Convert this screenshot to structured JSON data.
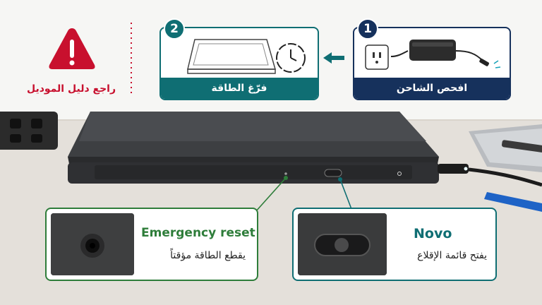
{
  "warning": {
    "label": "راجع دليل الموديل",
    "icon": "warning-triangle-icon",
    "color": "#c8102e"
  },
  "steps": [
    {
      "number": "1",
      "label": "افحص الشاحن",
      "color": "#16315c",
      "icon": "charger-adapter-icon"
    },
    {
      "number": "2",
      "label": "فرّغ الطاقة",
      "color": "#0f6e73",
      "icon": "laptop-timer-icon"
    }
  ],
  "callouts": {
    "emergency": {
      "title": "Emergency reset",
      "description": "يقطع الطاقة مؤقتاً",
      "color": "#2e7d3a"
    },
    "novo": {
      "title": "Novo",
      "description": "يفتح قائمة الإقلاع",
      "color": "#0f6e73"
    }
  }
}
